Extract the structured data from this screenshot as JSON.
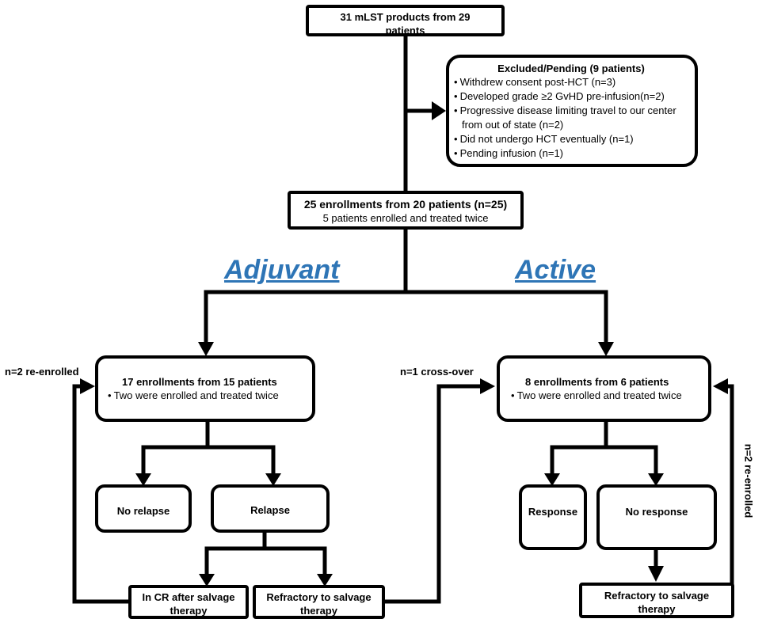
{
  "top_box": {
    "title": "31 mLST products from 29 patients"
  },
  "excluded_box": {
    "title": "Excluded/Pending (9 patients)",
    "items": [
      "Withdrew consent post-HCT (n=3)",
      "Developed grade ≥2 GvHD pre-infusion(n=2)",
      "Progressive disease limiting travel to our center from out of state (n=2)",
      "Did not undergo HCT eventually (n=1)",
      "Pending infusion (n=1)"
    ]
  },
  "enroll_box": {
    "title": "25 enrollments from 20 patients (n=25)",
    "subtitle": "5 patients enrolled and treated twice"
  },
  "adjuvant": {
    "label": "Adjuvant",
    "box_title": "17 enrollments from 15 patients",
    "box_item": "Two were enrolled and treated twice",
    "no_relapse": "No relapse",
    "relapse": "Relapse",
    "in_cr": "In CR after salvage therapy",
    "refractory": "Refractory to salvage therapy",
    "reenroll_label": "n=2 re-enrolled"
  },
  "active": {
    "label": "Active",
    "box_title": "8 enrollments from 6 patients",
    "box_item": "Two were enrolled and treated twice",
    "response": "Response",
    "no_response": "No response",
    "refractory": "Refractory to salvage therapy",
    "crossover_label": "n=1 cross-over",
    "reenroll_label": "n=2 re-enrolled"
  }
}
